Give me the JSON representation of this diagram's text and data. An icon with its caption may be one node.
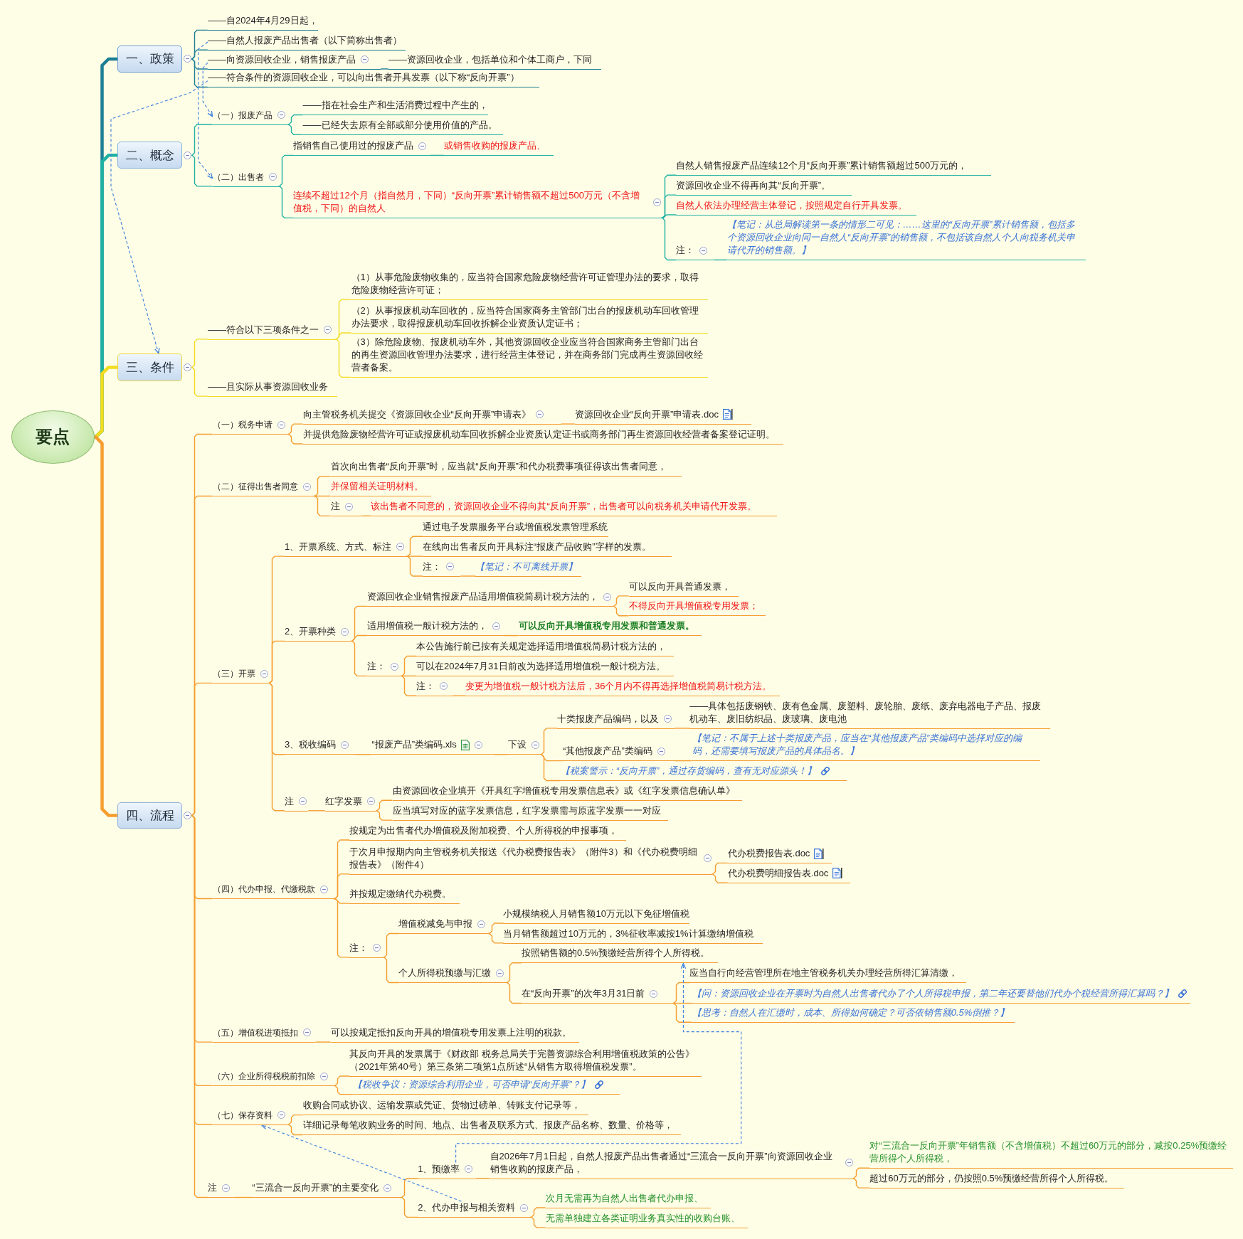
{
  "diagram": {
    "nodes": [
      {
        "text": [
          "要点"
        ]
      },
      {
        "text": [
          "一、政策"
        ]
      },
      {
        "text": [
          "二、概念"
        ]
      },
      {
        "text": [
          "三、条件"
        ]
      },
      {
        "text": [
          "四、流程"
        ]
      },
      {
        "text": [
          "——自2024年4月29日起，"
        ]
      },
      {
        "text": [
          "——自然人报废产品出售者（以下简称出售者）"
        ]
      },
      {
        "text": [
          "——向资源回收企业，销售报废产品"
        ]
      },
      {
        "text": [
          "——资源回收企业，包括单位和个体工商户，下同"
        ]
      },
      {
        "text": [
          "——符合条件的资源回收企业，可以向出售者开具发票（以下称“反向开票”）"
        ]
      },
      {
        "text": [
          "（一）报废产品"
        ]
      },
      {
        "text": [
          "——指在社会生产和生活消费过程中产生的，"
        ]
      },
      {
        "text": [
          "——已经失去原有全部或部分使用价值的产品。"
        ]
      },
      {
        "text": [
          "（二）出售者"
        ]
      },
      {
        "text": [
          "指销售自己使用过的报废产品"
        ]
      },
      {
        "text": [
          "或销售收购的报废产品、"
        ]
      },
      {
        "text": [
          "连续不超过12个月（指自然月，下同）“反向开票”累计销售额不超过500万元（不含增值税，下同）的自然人"
        ]
      },
      {
        "text": [
          "自然人销售报废产品连续12个月“反向开票”累计销售额超过500万元的，"
        ]
      },
      {
        "text": [
          "资源回收企业不得再向其“反向开票”。"
        ]
      },
      {
        "text": [
          "自然人依法办理经营主体登记，按照规定自行开具发票。"
        ]
      },
      {
        "text": [
          "注："
        ]
      },
      {
        "text": [
          "【笔记：从总局解读第一条的情形二可见：……这里的“反向开票”累计销售额，包括多个资源回收企业向同一自然人“反向开票”的销售额，不包括该自然人个人向税务机关申请代开的销售额。】"
        ]
      },
      {
        "text": [
          "——符合以下三项条件之一"
        ]
      },
      {
        "text": [
          "（1）从事危险废物收集的，应当符合国家危险废物经营许可证管理办法的要求，取得危险废物经营许可证；"
        ]
      },
      {
        "text": [
          "（2）从事报废机动车回收的，应当符合国家商务主管部门出台的报废机动车回收管理办法要求，取得报废机动车回收拆解企业资质认定证书；"
        ]
      },
      {
        "text": [
          "（3）除危险废物、报废机动车外，其他资源回收企业应当符合国家商务主管部门出台的再生资源回收管理办法要求，进行经营主体登记，并在商务部门完成再生资源回收经营者备案。"
        ]
      },
      {
        "text": [
          "——且实际从事资源回收业务"
        ]
      },
      {
        "text": [
          "（一）税务申请"
        ]
      },
      {
        "text": [
          "向主管税务机关提交《资源回收企业“反向开票”申请表》"
        ]
      },
      {
        "text": [
          "资源回收企业“反向开票”申请表.doc"
        ]
      },
      {
        "text": [
          "并提供危险废物经营许可证或报废机动车回收拆解企业资质认定证书或商务部门再生资源回收经营者备案登记证明。"
        ]
      },
      {
        "text": [
          "（二）征得出售者同意"
        ]
      },
      {
        "text": [
          "首次向出售者“反向开票”时，应当就“反向开票”和代办税费事项征得该出售者同意，"
        ]
      },
      {
        "text": [
          "并保留相关证明材料。"
        ]
      },
      {
        "text": [
          "注"
        ]
      },
      {
        "text": [
          "该出售者不同意的，资源回收企业不得向其“反向开票”，出售者可以向税务机关申请代开发票。"
        ]
      },
      {
        "text": [
          "（三）开票"
        ]
      },
      {
        "text": [
          "1、开票系统、方式、标注"
        ]
      },
      {
        "text": [
          "通过电子发票服务平台或增值税发票管理系统"
        ]
      },
      {
        "text": [
          "在线向出售者反向开具标注“报废产品收购”字样的发票。"
        ]
      },
      {
        "text": [
          "注："
        ]
      },
      {
        "text": [
          "【笔记：不可离线开票】"
        ]
      },
      {
        "text": [
          "2、开票种类"
        ]
      },
      {
        "text": [
          "资源回收企业销售报废产品适用增值税简易计税方法的，"
        ]
      },
      {
        "text": [
          "可以反向开具普通发票，"
        ]
      },
      {
        "text": [
          "不得反向开具增值税专用发票；"
        ]
      },
      {
        "text": [
          "适用增值税一般计税方法的，"
        ]
      },
      {
        "text": [
          "可以反向开具增值税专用发票和普通发票。"
        ]
      },
      {
        "text": [
          "注："
        ]
      },
      {
        "text": [
          "本公告施行前已按有关规定选择适用增值税简易计税方法的，"
        ]
      },
      {
        "text": [
          "可以在2024年7月31日前改为选择适用增值税一般计税方法。"
        ]
      },
      {
        "text": [
          "注："
        ]
      },
      {
        "text": [
          "变更为增值税一般计税方法后，36个月内不得再选择增值税简易计税方法。"
        ]
      },
      {
        "text": [
          "3、税收编码"
        ]
      },
      {
        "text": [
          "“报废产品”类编码.xls"
        ]
      },
      {
        "text": [
          "下设"
        ]
      },
      {
        "text": [
          "十类报废产品编码，以及"
        ]
      },
      {
        "text": [
          "——具体包括废钢铁、废有色金属、废塑料、废轮胎、废纸、废弃电器电子产品、报废机动车、废旧纺织品、废玻璃、废电池"
        ]
      },
      {
        "text": [
          "“其他报废产品”类编码"
        ]
      },
      {
        "text": [
          "【笔记：不属于上述十类报废产品，应当在“其他报废产品”类编码中选择对应的编码，还需要填写报废产品的具体品名。】"
        ]
      },
      {
        "text": [
          "【税案警示：“反向开票”，通过存货编码，查有无对应源头！】"
        ]
      },
      {
        "text": [
          "注"
        ]
      },
      {
        "text": [
          "红字发票"
        ]
      },
      {
        "text": [
          "由资源回收企业填开《开具红字增值税专用发票信息表》或《红字发票信息确认单》"
        ]
      },
      {
        "text": [
          "应当填写对应的蓝字发票信息，红字发票需与原蓝字发票一一对应"
        ]
      },
      {
        "text": [
          "（四）代办申报、代缴税款"
        ]
      },
      {
        "text": [
          "按规定为出售者代办增值税及附加税费、个人所得税的申报事项，"
        ]
      },
      {
        "text": [
          "于次月申报期内向主管税务机关报送《代办税费报告表》（附件3）和《代办税费明细报告表》（附件4）"
        ]
      },
      {
        "text": [
          "代办税费报告表.doc"
        ]
      },
      {
        "text": [
          "代办税费明细报告表.doc"
        ]
      },
      {
        "text": [
          "并按规定缴纳代办税费。"
        ]
      },
      {
        "text": [
          "注："
        ]
      },
      {
        "text": [
          "增值税减免与申报"
        ]
      },
      {
        "text": [
          "小规模纳税人月销售额10万元以下免征增值税"
        ]
      },
      {
        "text": [
          "当月销售额超过10万元的，3%征收率减按1%计算缴纳增值税"
        ]
      },
      {
        "text": [
          "个人所得税预缴与汇缴"
        ]
      },
      {
        "text": [
          "按照销售额的0.5%预缴经营所得个人所得税。"
        ]
      },
      {
        "text": [
          "在“反向开票”的次年3月31日前"
        ]
      },
      {
        "text": [
          "应当自行向经营管理所在地主管税务机关办理经营所得汇算清缴，"
        ]
      },
      {
        "text": [
          "【问：资源回收企业在开票时为自然人出售者代办了个人所得税申报，第二年还要替他们代办个税经营所得汇算吗？】"
        ]
      },
      {
        "text": [
          "【思考：自然人在汇缴时，成本、所得如何确定？可否依销售额0.5%倒推？】"
        ]
      },
      {
        "text": [
          "（五）增值税进项抵扣"
        ]
      },
      {
        "text": [
          "可以按规定抵扣反向开具的增值税专用发票上注明的税款。"
        ]
      },
      {
        "text": [
          "（六）企业所得税税前扣除"
        ]
      },
      {
        "text": [
          "其反向开具的发票属于《财政部 税务总局关于完善资源综合利用增值税政策的公告》（2021年第40号）第三条第二项第1点所述“从销售方取得增值税发票”。"
        ]
      },
      {
        "text": [
          "【税收争议：资源综合利用企业，可否申请“反向开票”？】"
        ]
      },
      {
        "text": [
          "（七）保存资料"
        ]
      },
      {
        "text": [
          "收购合同或协议、运输发票或凭证、货物过磅单、转账支付记录等，"
        ]
      },
      {
        "text": [
          "详细记录每笔收购业务的时间、地点、出售者及联系方式、报废产品名称、数量、价格等，"
        ]
      },
      {
        "text": [
          "注"
        ]
      },
      {
        "text": [
          "“三流合一反向开票”的主要变化"
        ]
      },
      {
        "text": [
          "1、预缴率"
        ]
      },
      {
        "text": [
          "自2026年7月1日起，自然人报废产品出售者通过“三流合一反向开票”向资源回收企业销售收购的报废产品，"
        ]
      },
      {
        "text": [
          "对“三流合一反向开票”年销售额（不含增值税）不超过60万元的部分，减按0.25%预缴经营所得个人所得税，"
        ]
      },
      {
        "text": [
          "超过60万元的部分，仍按照0.5%预缴经营所得个人所得税。"
        ]
      },
      {
        "text": [
          "2、代办申报与相关资料"
        ]
      },
      {
        "text": [
          "次月无需再为自然人出售者代办申报、"
        ]
      },
      {
        "text": [
          "无需单独建立各类证明业务真实性的收购台账、"
        ]
      }
    ],
    "edges": [
      {
        "from": 0,
        "to": 1,
        "arrow": "none",
        "style": "thick",
        "color": "#1d7f94"
      },
      {
        "from": 0,
        "to": 2,
        "arrow": "none",
        "style": "thick",
        "color": "#1fb2a2"
      },
      {
        "from": 0,
        "to": 3,
        "arrow": "none",
        "style": "thick",
        "color": "#f2dc1e"
      },
      {
        "from": 0,
        "to": 4,
        "arrow": "none",
        "style": "thick"
      },
      {
        "from": 1,
        "to": 5,
        "arrow": "none",
        "color": "#1d7f94"
      },
      {
        "from": 1,
        "to": 6,
        "arrow": "none",
        "color": "#1d7f94"
      },
      {
        "from": 1,
        "to": 7,
        "arrow": "none",
        "color": "#1d7f94"
      },
      {
        "from": 7,
        "to": 8,
        "arrow": "none",
        "color": "#1d7f94"
      },
      {
        "from": 1,
        "to": 9,
        "arrow": "none",
        "color": "#1d7f94"
      },
      {
        "from": 2,
        "to": 10,
        "arrow": "none",
        "color": "#1fb2a2"
      },
      {
        "from": 10,
        "to": 11,
        "arrow": "none",
        "color": "#1fb2a2"
      },
      {
        "from": 10,
        "to": 12,
        "arrow": "none",
        "color": "#1fb2a2"
      },
      {
        "from": 2,
        "to": 13,
        "arrow": "none",
        "color": "#1fb2a2"
      },
      {
        "from": 13,
        "to": 14,
        "arrow": "none",
        "color": "#1fb2a2"
      },
      {
        "from": 14,
        "to": 15,
        "arrow": "none",
        "color": "#1fb2a2"
      },
      {
        "from": 13,
        "to": 16,
        "arrow": "none",
        "color": "#1fb2a2"
      },
      {
        "from": 16,
        "to": 17,
        "arrow": "none",
        "color": "#1fb2a2"
      },
      {
        "from": 16,
        "to": 18,
        "arrow": "none",
        "color": "#1fb2a2"
      },
      {
        "from": 16,
        "to": 19,
        "arrow": "none",
        "color": "#1fb2a2"
      },
      {
        "from": 16,
        "to": 20,
        "arrow": "none",
        "color": "#1fb2a2"
      },
      {
        "from": 20,
        "to": 21,
        "arrow": "none",
        "color": "#1fb2a2"
      },
      {
        "from": 3,
        "to": 22,
        "arrow": "none",
        "color": "#f2dc1e"
      },
      {
        "from": 22,
        "to": 23,
        "arrow": "none",
        "color": "#f2dc1e"
      },
      {
        "from": 22,
        "to": 24,
        "arrow": "none",
        "color": "#f2dc1e"
      },
      {
        "from": 22,
        "to": 25,
        "arrow": "none",
        "color": "#f2dc1e"
      },
      {
        "from": 3,
        "to": 26,
        "arrow": "none",
        "color": "#f2dc1e"
      },
      {
        "from": 4,
        "to": 27,
        "arrow": "none"
      },
      {
        "from": 27,
        "to": 28,
        "arrow": "none"
      },
      {
        "from": 28,
        "to": 29,
        "arrow": "none"
      },
      {
        "from": 27,
        "to": 30,
        "arrow": "none"
      },
      {
        "from": 4,
        "to": 31,
        "arrow": "none"
      },
      {
        "from": 31,
        "to": 32,
        "arrow": "none"
      },
      {
        "from": 31,
        "to": 33,
        "arrow": "none"
      },
      {
        "from": 31,
        "to": 34,
        "arrow": "none"
      },
      {
        "from": 34,
        "to": 35,
        "arrow": "none"
      },
      {
        "from": 4,
        "to": 36,
        "arrow": "none"
      },
      {
        "from": 36,
        "to": 37,
        "arrow": "none"
      },
      {
        "from": 37,
        "to": 38,
        "arrow": "none"
      },
      {
        "from": 37,
        "to": 39,
        "arrow": "none"
      },
      {
        "from": 37,
        "to": 40,
        "arrow": "none"
      },
      {
        "from": 40,
        "to": 41,
        "arrow": "none"
      },
      {
        "from": 36,
        "to": 42,
        "arrow": "none"
      },
      {
        "from": 42,
        "to": 43,
        "arrow": "none"
      },
      {
        "from": 43,
        "to": 44,
        "arrow": "none"
      },
      {
        "from": 43,
        "to": 45,
        "arrow": "none"
      },
      {
        "from": 42,
        "to": 46,
        "arrow": "none"
      },
      {
        "from": 46,
        "to": 47,
        "arrow": "none"
      },
      {
        "from": 42,
        "to": 48,
        "arrow": "none"
      },
      {
        "from": 48,
        "to": 49,
        "arrow": "none"
      },
      {
        "from": 48,
        "to": 50,
        "arrow": "none"
      },
      {
        "from": 48,
        "to": 51,
        "arrow": "none"
      },
      {
        "from": 51,
        "to": 52,
        "arrow": "none"
      },
      {
        "from": 36,
        "to": 53,
        "arrow": "none"
      },
      {
        "from": 53,
        "to": 54,
        "arrow": "none"
      },
      {
        "from": 54,
        "to": 55,
        "arrow": "none"
      },
      {
        "from": 55,
        "to": 56,
        "arrow": "none"
      },
      {
        "from": 56,
        "to": 57,
        "arrow": "none"
      },
      {
        "from": 55,
        "to": 58,
        "arrow": "none"
      },
      {
        "from": 58,
        "to": 59,
        "arrow": "none"
      },
      {
        "from": 55,
        "to": 60,
        "arrow": "none"
      },
      {
        "from": 36,
        "to": 61,
        "arrow": "none"
      },
      {
        "from": 61,
        "to": 62,
        "arrow": "none"
      },
      {
        "from": 62,
        "to": 63,
        "arrow": "none"
      },
      {
        "from": 62,
        "to": 64,
        "arrow": "none"
      },
      {
        "from": 4,
        "to": 65,
        "arrow": "none"
      },
      {
        "from": 65,
        "to": 66,
        "arrow": "none"
      },
      {
        "from": 65,
        "to": 67,
        "arrow": "none"
      },
      {
        "from": 67,
        "to": 68,
        "arrow": "none"
      },
      {
        "from": 67,
        "to": 69,
        "arrow": "none"
      },
      {
        "from": 65,
        "to": 70,
        "arrow": "none"
      },
      {
        "from": 65,
        "to": 71,
        "arrow": "none"
      },
      {
        "from": 71,
        "to": 72,
        "arrow": "none"
      },
      {
        "from": 72,
        "to": 73,
        "arrow": "none"
      },
      {
        "from": 72,
        "to": 74,
        "arrow": "none"
      },
      {
        "from": 71,
        "to": 75,
        "arrow": "none"
      },
      {
        "from": 75,
        "to": 76,
        "arrow": "none"
      },
      {
        "from": 75,
        "to": 77,
        "arrow": "none"
      },
      {
        "from": 77,
        "to": 78,
        "arrow": "none"
      },
      {
        "from": 77,
        "to": 79,
        "arrow": "none"
      },
      {
        "from": 77,
        "to": 80,
        "arrow": "none"
      },
      {
        "from": 4,
        "to": 81,
        "arrow": "none"
      },
      {
        "from": 81,
        "to": 82,
        "arrow": "none"
      },
      {
        "from": 4,
        "to": 83,
        "arrow": "none"
      },
      {
        "from": 83,
        "to": 84,
        "arrow": "none"
      },
      {
        "from": 83,
        "to": 85,
        "arrow": "none"
      },
      {
        "from": 4,
        "to": 86,
        "arrow": "none"
      },
      {
        "from": 86,
        "to": 87,
        "arrow": "none"
      },
      {
        "from": 86,
        "to": 88,
        "arrow": "none"
      },
      {
        "from": 4,
        "to": 89,
        "arrow": "none"
      },
      {
        "from": 89,
        "to": 90,
        "arrow": "none"
      },
      {
        "from": 90,
        "to": 91,
        "arrow": "none"
      },
      {
        "from": 91,
        "to": 92,
        "arrow": "none"
      },
      {
        "from": 92,
        "to": 93,
        "arrow": "none"
      },
      {
        "from": 92,
        "to": 94,
        "arrow": "none"
      },
      {
        "from": 90,
        "to": 95,
        "arrow": "none"
      },
      {
        "from": 95,
        "to": 96,
        "arrow": "none"
      },
      {
        "from": 95,
        "to": 97,
        "arrow": "none"
      },
      {
        "from": 7,
        "to": 10,
        "arrow": "to",
        "style": "dashed",
        "color": "#3b7fe0"
      },
      {
        "from": 6,
        "to": 13,
        "arrow": "to",
        "style": "dashed",
        "color": "#3b7fe0"
      },
      {
        "from": 9,
        "to": 3,
        "arrow": "to",
        "style": "dashed",
        "color": "#3b7fe0"
      },
      {
        "from": 91,
        "to": 76,
        "arrow": "to",
        "style": "dashed",
        "color": "#3b7fe0"
      },
      {
        "from": 95,
        "to": 86,
        "arrow": "to",
        "style": "dashed",
        "color": "#3b7fe0"
      }
    ]
  }
}
